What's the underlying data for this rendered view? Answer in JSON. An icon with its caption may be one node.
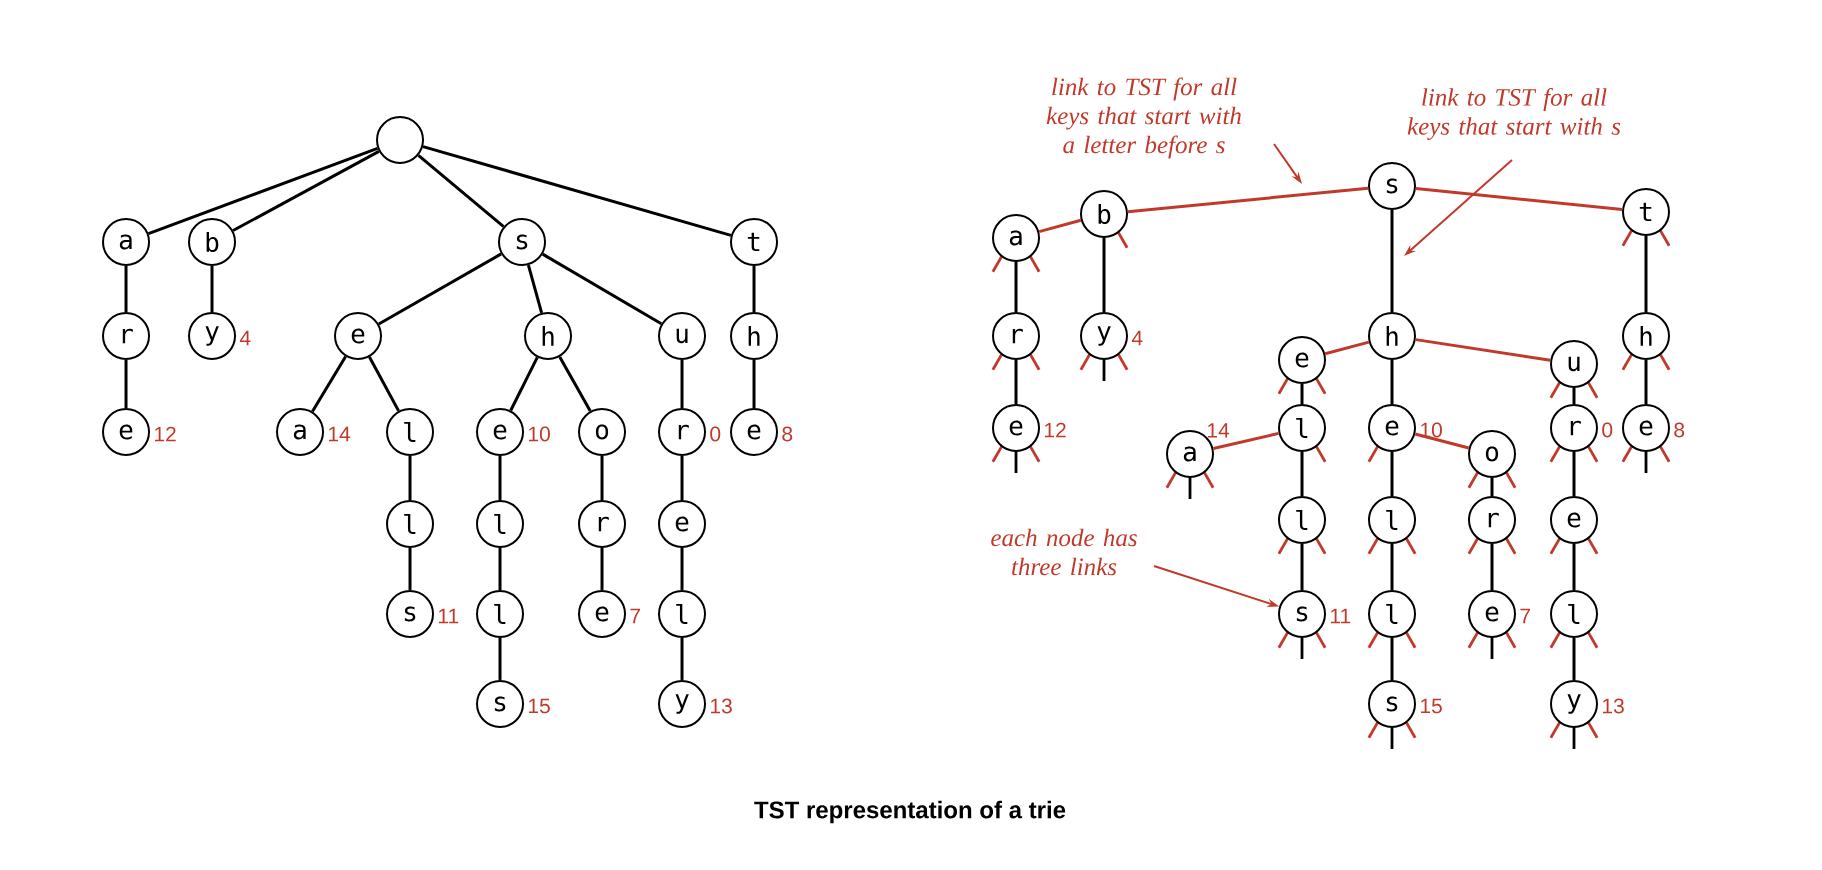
{
  "diagram": {
    "caption": "TST representation of a trie",
    "nodes": [
      {
        "text": [],
        "shape": "circle"
      },
      {
        "text": [
          "a"
        ]
      },
      {
        "text": [
          "b"
        ]
      },
      {
        "text": [
          "s"
        ]
      },
      {
        "text": [
          "t"
        ]
      },
      {
        "text": [
          "r"
        ]
      },
      {
        "text": [
          "y"
        ],
        "beside": [
          "4"
        ]
      },
      {
        "text": [
          "e"
        ]
      },
      {
        "text": [
          "h"
        ]
      },
      {
        "text": [
          "u"
        ]
      },
      {
        "text": [
          "h"
        ]
      },
      {
        "text": [
          "e"
        ],
        "beside": [
          "12"
        ]
      },
      {
        "text": [
          "a"
        ],
        "beside": [
          "14"
        ]
      },
      {
        "text": [
          "l"
        ]
      },
      {
        "text": [
          "e"
        ],
        "beside": [
          "10"
        ]
      },
      {
        "text": [
          "o"
        ]
      },
      {
        "text": [
          "r"
        ],
        "beside": [
          "0"
        ]
      },
      {
        "text": [
          "e"
        ],
        "beside": [
          "8"
        ]
      },
      {
        "text": [
          "l"
        ]
      },
      {
        "text": [
          "l"
        ]
      },
      {
        "text": [
          "r"
        ]
      },
      {
        "text": [
          "e"
        ]
      },
      {
        "text": [
          "s"
        ],
        "beside": [
          "11"
        ]
      },
      {
        "text": [
          "l"
        ]
      },
      {
        "text": [
          "e"
        ],
        "beside": [
          "7"
        ]
      },
      {
        "text": [
          "l"
        ]
      },
      {
        "text": [
          "s"
        ],
        "beside": [
          "15"
        ]
      },
      {
        "text": [
          "y"
        ],
        "beside": [
          "13"
        ]
      },
      {
        "text": [
          "s"
        ]
      },
      {
        "text": [
          "a"
        ]
      },
      {
        "text": [
          "b"
        ]
      },
      {
        "text": [
          "t"
        ]
      },
      {
        "text": [
          "r"
        ]
      },
      {
        "text": [
          "y"
        ],
        "beside": [
          "4"
        ]
      },
      {
        "text": [
          "e"
        ]
      },
      {
        "text": [
          "h"
        ]
      },
      {
        "text": [
          "u"
        ]
      },
      {
        "text": [
          "h"
        ]
      },
      {
        "text": [
          "e"
        ],
        "beside": [
          "12"
        ]
      },
      {
        "text": [
          "a"
        ],
        "beside": [
          "14"
        ]
      },
      {
        "text": [
          "l"
        ]
      },
      {
        "text": [
          "e"
        ],
        "beside": [
          "10"
        ]
      },
      {
        "text": [
          "o"
        ]
      },
      {
        "text": [
          "r"
        ],
        "beside": [
          "0"
        ]
      },
      {
        "text": [
          "e"
        ],
        "beside": [
          "8"
        ]
      },
      {
        "text": [
          "l"
        ]
      },
      {
        "text": [
          "l"
        ]
      },
      {
        "text": [
          "r"
        ]
      },
      {
        "text": [
          "e"
        ]
      },
      {
        "text": [
          "s"
        ],
        "beside": [
          "11"
        ]
      },
      {
        "text": [
          "l"
        ]
      },
      {
        "text": [
          "e"
        ],
        "beside": [
          "7"
        ]
      },
      {
        "text": [
          "l"
        ]
      },
      {
        "text": [
          "s"
        ],
        "beside": [
          "15"
        ]
      },
      {
        "text": [
          "y"
        ],
        "beside": [
          "13"
        ]
      },
      {
        "text": [
          "link to TST for all keys that start with a letter before s"
        ]
      },
      {
        "text": [
          "link to TST for all keys that start with s"
        ]
      },
      {
        "text": [
          "each node has three links"
        ]
      }
    ],
    "edges": [
      {
        "from": 0,
        "to": 1,
        "arrow": "none"
      },
      {
        "from": 0,
        "to": 2,
        "arrow": "none"
      },
      {
        "from": 0,
        "to": 3,
        "arrow": "none"
      },
      {
        "from": 0,
        "to": 4,
        "arrow": "none"
      },
      {
        "from": 1,
        "to": 5,
        "arrow": "none"
      },
      {
        "from": 2,
        "to": 6,
        "arrow": "none"
      },
      {
        "from": 3,
        "to": 7,
        "arrow": "none"
      },
      {
        "from": 3,
        "to": 8,
        "arrow": "none"
      },
      {
        "from": 3,
        "to": 9,
        "arrow": "none"
      },
      {
        "from": 4,
        "to": 10,
        "arrow": "none"
      },
      {
        "from": 5,
        "to": 11,
        "arrow": "none"
      },
      {
        "from": 7,
        "to": 12,
        "arrow": "none"
      },
      {
        "from": 7,
        "to": 13,
        "arrow": "none"
      },
      {
        "from": 8,
        "to": 14,
        "arrow": "none"
      },
      {
        "from": 8,
        "to": 15,
        "arrow": "none"
      },
      {
        "from": 9,
        "to": 16,
        "arrow": "none"
      },
      {
        "from": 10,
        "to": 17,
        "arrow": "none"
      },
      {
        "from": 13,
        "to": 18,
        "arrow": "none"
      },
      {
        "from": 14,
        "to": 19,
        "arrow": "none"
      },
      {
        "from": 15,
        "to": 20,
        "arrow": "none"
      },
      {
        "from": 16,
        "to": 21,
        "arrow": "none"
      },
      {
        "from": 18,
        "to": 22,
        "arrow": "none"
      },
      {
        "from": 19,
        "to": 23,
        "arrow": "none"
      },
      {
        "from": 20,
        "to": 24,
        "arrow": "none"
      },
      {
        "from": 21,
        "to": 25,
        "arrow": "none"
      },
      {
        "from": 23,
        "to": 26,
        "arrow": "none"
      },
      {
        "from": 25,
        "to": 27,
        "arrow": "none"
      },
      {
        "from": 29,
        "to": 30,
        "arrow": "none",
        "color": "#c0392b"
      },
      {
        "from": 30,
        "to": 28,
        "arrow": "none",
        "color": "#c0392b"
      },
      {
        "from": 28,
        "to": 31,
        "arrow": "none",
        "color": "#c0392b"
      },
      {
        "from": 34,
        "to": 35,
        "arrow": "none",
        "color": "#c0392b"
      },
      {
        "from": 35,
        "to": 36,
        "arrow": "none",
        "color": "#c0392b"
      },
      {
        "from": 39,
        "to": 40,
        "arrow": "none",
        "color": "#c0392b"
      },
      {
        "from": 41,
        "to": 42,
        "arrow": "none",
        "color": "#c0392b"
      },
      {
        "from": 28,
        "to": 35,
        "arrow": "none"
      },
      {
        "from": 29,
        "to": 32,
        "arrow": "none"
      },
      {
        "from": 32,
        "to": 38,
        "arrow": "none"
      },
      {
        "from": 30,
        "to": 33,
        "arrow": "none"
      },
      {
        "from": 31,
        "to": 37,
        "arrow": "none"
      },
      {
        "from": 37,
        "to": 44,
        "arrow": "none"
      },
      {
        "from": 34,
        "to": 40,
        "arrow": "none"
      },
      {
        "from": 40,
        "to": 45,
        "arrow": "none"
      },
      {
        "from": 45,
        "to": 49,
        "arrow": "none"
      },
      {
        "from": 35,
        "to": 41,
        "arrow": "none"
      },
      {
        "from": 41,
        "to": 46,
        "arrow": "none"
      },
      {
        "from": 46,
        "to": 50,
        "arrow": "none"
      },
      {
        "from": 50,
        "to": 53,
        "arrow": "none"
      },
      {
        "from": 42,
        "to": 47,
        "arrow": "none"
      },
      {
        "from": 47,
        "to": 51,
        "arrow": "none"
      },
      {
        "from": 36,
        "to": 43,
        "arrow": "none"
      },
      {
        "from": 43,
        "to": 48,
        "arrow": "none"
      },
      {
        "from": 48,
        "to": 52,
        "arrow": "none"
      },
      {
        "from": 52,
        "to": 54,
        "arrow": "none"
      },
      {
        "from": 55,
        "to": null,
        "arrow": "to",
        "color": "#c0392b"
      },
      {
        "from": 56,
        "to": null,
        "arrow": "to",
        "color": "#c0392b"
      },
      {
        "from": 57,
        "to": 49,
        "arrow": "to",
        "color": "#c0392b"
      }
    ]
  }
}
